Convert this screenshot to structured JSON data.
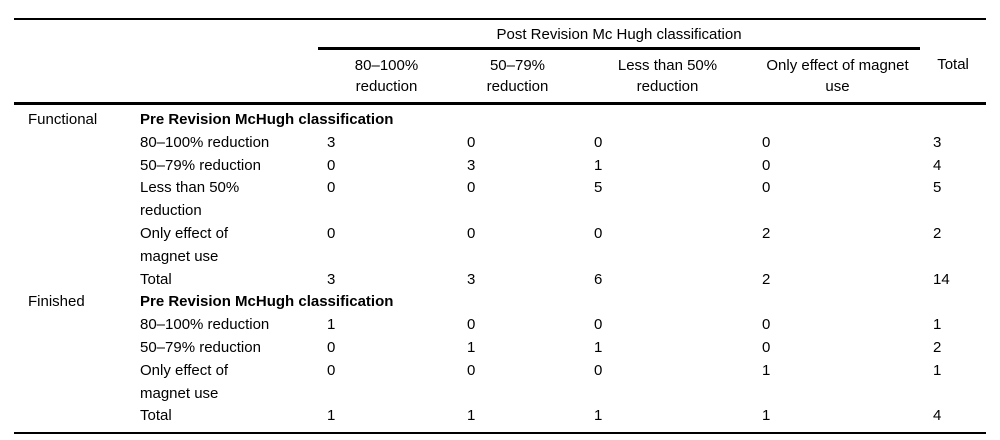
{
  "table": {
    "span_header": "Post Revision Mc Hugh classification",
    "columns": [
      "80–100% reduction",
      "50–79% reduction",
      "Less than 50% reduction",
      "Only effect of magnet use"
    ],
    "total_column_label": "Total",
    "sections": [
      {
        "group": "Functional",
        "subheader": "Pre Revision McHugh classification",
        "rows": [
          {
            "label": "80–100% reduction",
            "values": [
              3,
              0,
              0,
              0
            ],
            "total": 3
          },
          {
            "label": "50–79% reduction",
            "values": [
              0,
              3,
              1,
              0
            ],
            "total": 4
          },
          {
            "label": "Less than 50% reduction",
            "values": [
              0,
              0,
              5,
              0
            ],
            "total": 5
          },
          {
            "label": "Only effect of magnet use",
            "values": [
              0,
              0,
              0,
              2
            ],
            "total": 2
          },
          {
            "label": "Total",
            "values": [
              3,
              3,
              6,
              2
            ],
            "total": 14
          }
        ]
      },
      {
        "group": "Finished",
        "subheader": "Pre Revision McHugh classification",
        "rows": [
          {
            "label": "80–100% reduction",
            "values": [
              1,
              0,
              0,
              0
            ],
            "total": 1
          },
          {
            "label": "50–79% reduction",
            "values": [
              0,
              1,
              1,
              0
            ],
            "total": 2
          },
          {
            "label": "Only effect of magnet use",
            "values": [
              0,
              0,
              0,
              1
            ],
            "total": 1
          },
          {
            "label": "Total",
            "values": [
              1,
              1,
              1,
              1
            ],
            "total": 4
          }
        ]
      }
    ]
  }
}
